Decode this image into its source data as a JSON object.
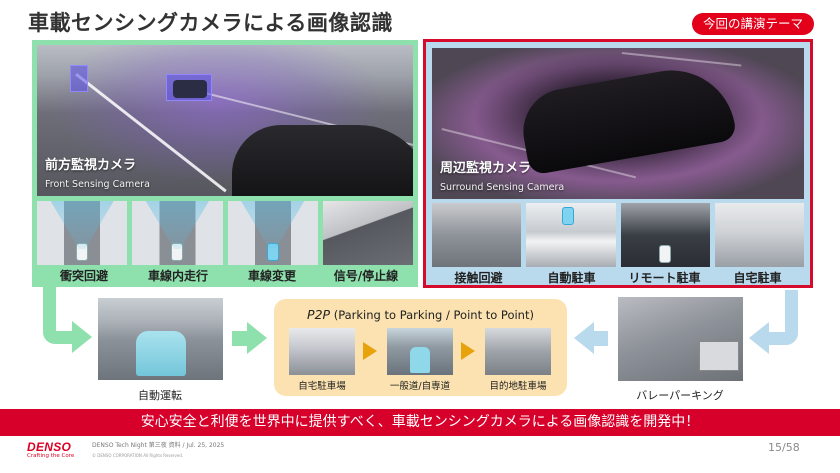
{
  "slide": {
    "title": "車載センシングカメラによる画像認識",
    "theme_badge": "今回の講演テーマ",
    "colors": {
      "front_panel": "#8ee0ad",
      "surround_panel_bg": "#b9d9ec",
      "surround_panel_border": "#d60b2b",
      "banner": "#d7002a",
      "p2p_box": "#fbe2b0",
      "p2p_arrow": "#e8a30c"
    }
  },
  "front_camera": {
    "title_ja": "前方監視カメラ",
    "title_en": "Front Sensing Camera",
    "functions": [
      "衝突回避",
      "車線内走行",
      "車線変更",
      "信号/停止線"
    ]
  },
  "surround_camera": {
    "title_ja": "周辺監視カメラ",
    "title_en": "Surround Sensing Camera",
    "functions": [
      "接触回避",
      "自動駐車",
      "リモート駐車",
      "自宅駐車"
    ]
  },
  "flow": {
    "autonomous_driving": "自動運転",
    "valet_parking": "バレーパーキング",
    "p2p": {
      "title_em": "P2P",
      "title_rest": " (Parking to Parking / Point to Point)",
      "steps": [
        "自宅駐車場",
        "一般道/自専道",
        "目的地駐車場"
      ]
    }
  },
  "banner": {
    "text": "安心安全と利便を世界中に提供すべく、車載センシングカメラによる画像認識を開発中！"
  },
  "footer": {
    "logo": "DENSO",
    "tagline": "Crafting the Core",
    "event": "DENSO Tech Night 第三夜 資料 / Jul. 25, 2025",
    "copyright": "© DENSO CORPORATION All Rights Reserved.",
    "page": "15/58"
  }
}
